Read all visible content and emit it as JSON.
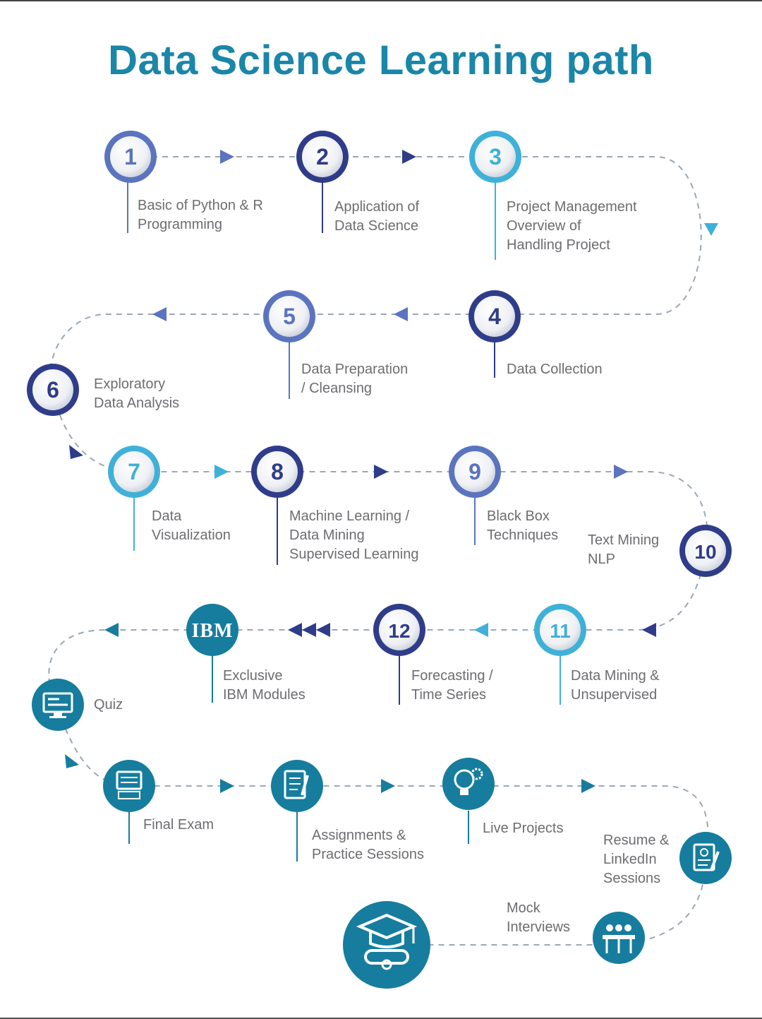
{
  "title": "Data Science Learning path",
  "colors": {
    "title": "#1a86a8",
    "dark": "#2f3c8a",
    "mid": "#5a74c0",
    "light": "#3fb1d8",
    "teal": "#167d9e",
    "path": "#9aa7b3",
    "text": "#6d6d72"
  },
  "steps": [
    {
      "num": "1",
      "label": "Basic of Python & R\nProgramming"
    },
    {
      "num": "2",
      "label": "Application of\nData Science"
    },
    {
      "num": "3",
      "label": "Project Management\nOverview of\nHandling Project"
    },
    {
      "num": "4",
      "label": "Data Collection"
    },
    {
      "num": "5",
      "label": "Data Preparation\n/ Cleansing"
    },
    {
      "num": "6",
      "label": "Exploratory\nData Analysis"
    },
    {
      "num": "7",
      "label": "Data\nVisualization"
    },
    {
      "num": "8",
      "label": "Machine Learning /\nData Mining\nSupervised Learning"
    },
    {
      "num": "9",
      "label": "Black Box\nTechniques"
    },
    {
      "num": "10",
      "label": "Text Mining\nNLP"
    },
    {
      "num": "11",
      "label": "Data Mining &\nUnsupervised"
    },
    {
      "num": "12",
      "label": "Forecasting /\nTime Series"
    }
  ],
  "ibm": {
    "logo": "IBM",
    "label": "Exclusive\nIBM Modules"
  },
  "icon_steps": [
    {
      "icon": "quiz-monitor-icon",
      "label": "Quiz"
    },
    {
      "icon": "exam-computer-icon",
      "label": "Final Exam"
    },
    {
      "icon": "assignment-document-icon",
      "label": "Assignments &\nPractice Sessions"
    },
    {
      "icon": "lightbulb-gear-icon",
      "label": "Live Projects"
    },
    {
      "icon": "resume-document-icon",
      "label": "Resume &\nLinkedIn\nSessions"
    },
    {
      "icon": "interview-panel-icon",
      "label": "Mock\nInterviews"
    },
    {
      "icon": "graduation-cap-diploma-icon",
      "label": ""
    }
  ]
}
